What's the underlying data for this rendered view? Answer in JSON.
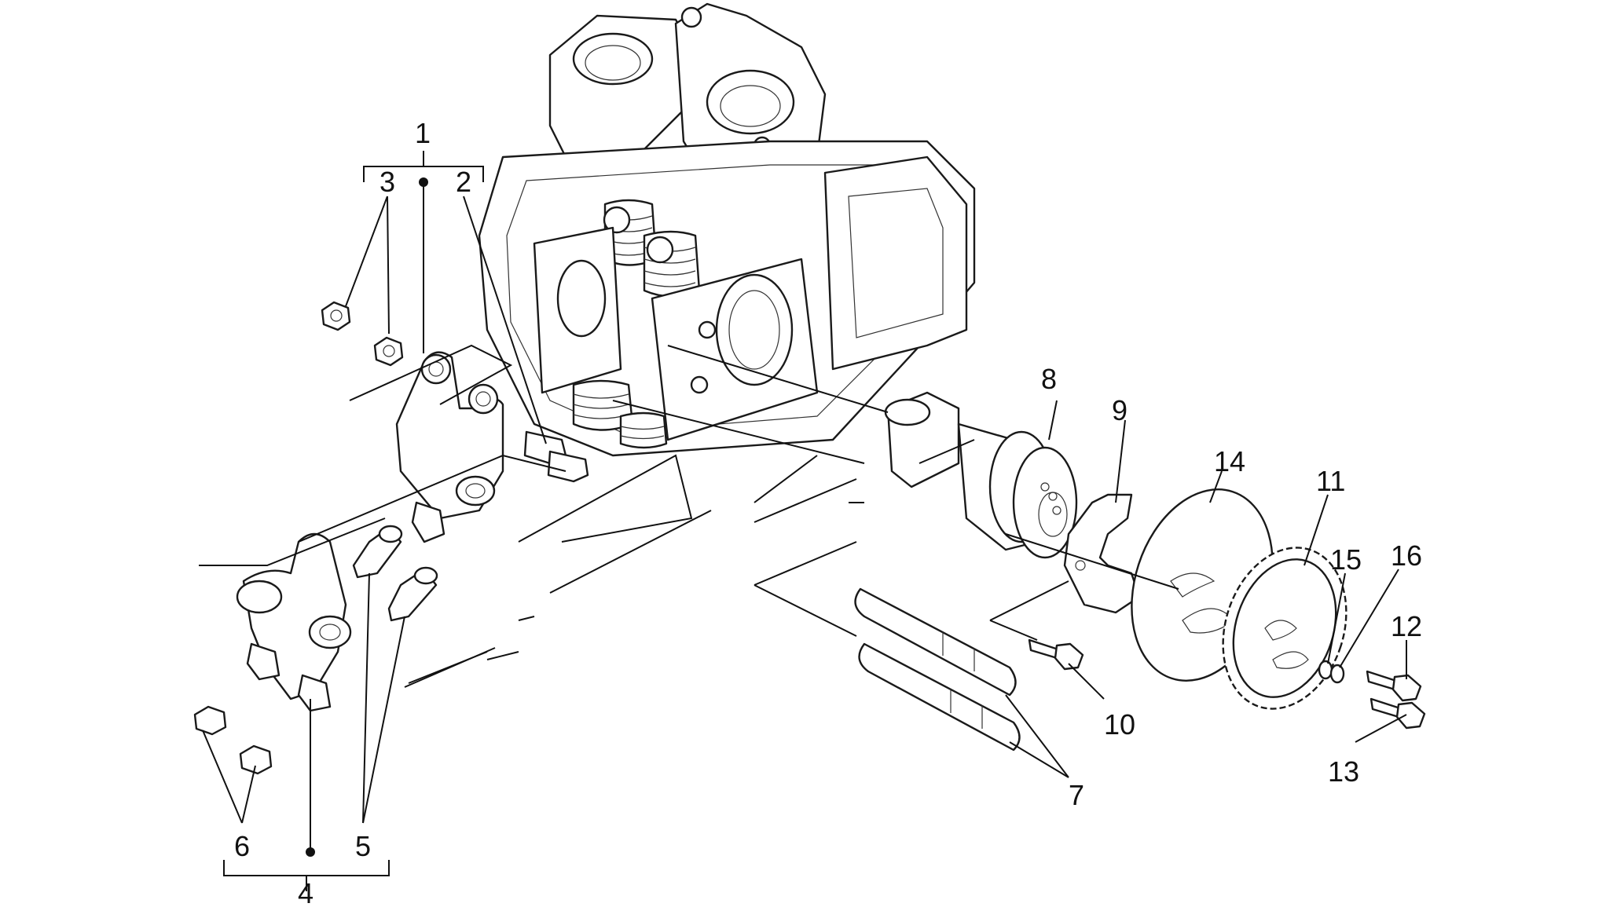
{
  "colors": {
    "ink": "#111111",
    "background": "#ffffff"
  },
  "callouts": {
    "c1": "1",
    "c2": "2",
    "c3": "3",
    "c4": "4",
    "c5": "5",
    "c6": "6",
    "c7": "7",
    "c8": "8",
    "c9": "9",
    "c10": "10",
    "c11": "11",
    "c12": "12",
    "c13": "13",
    "c14": "14",
    "c15": "15",
    "c16": "16"
  }
}
